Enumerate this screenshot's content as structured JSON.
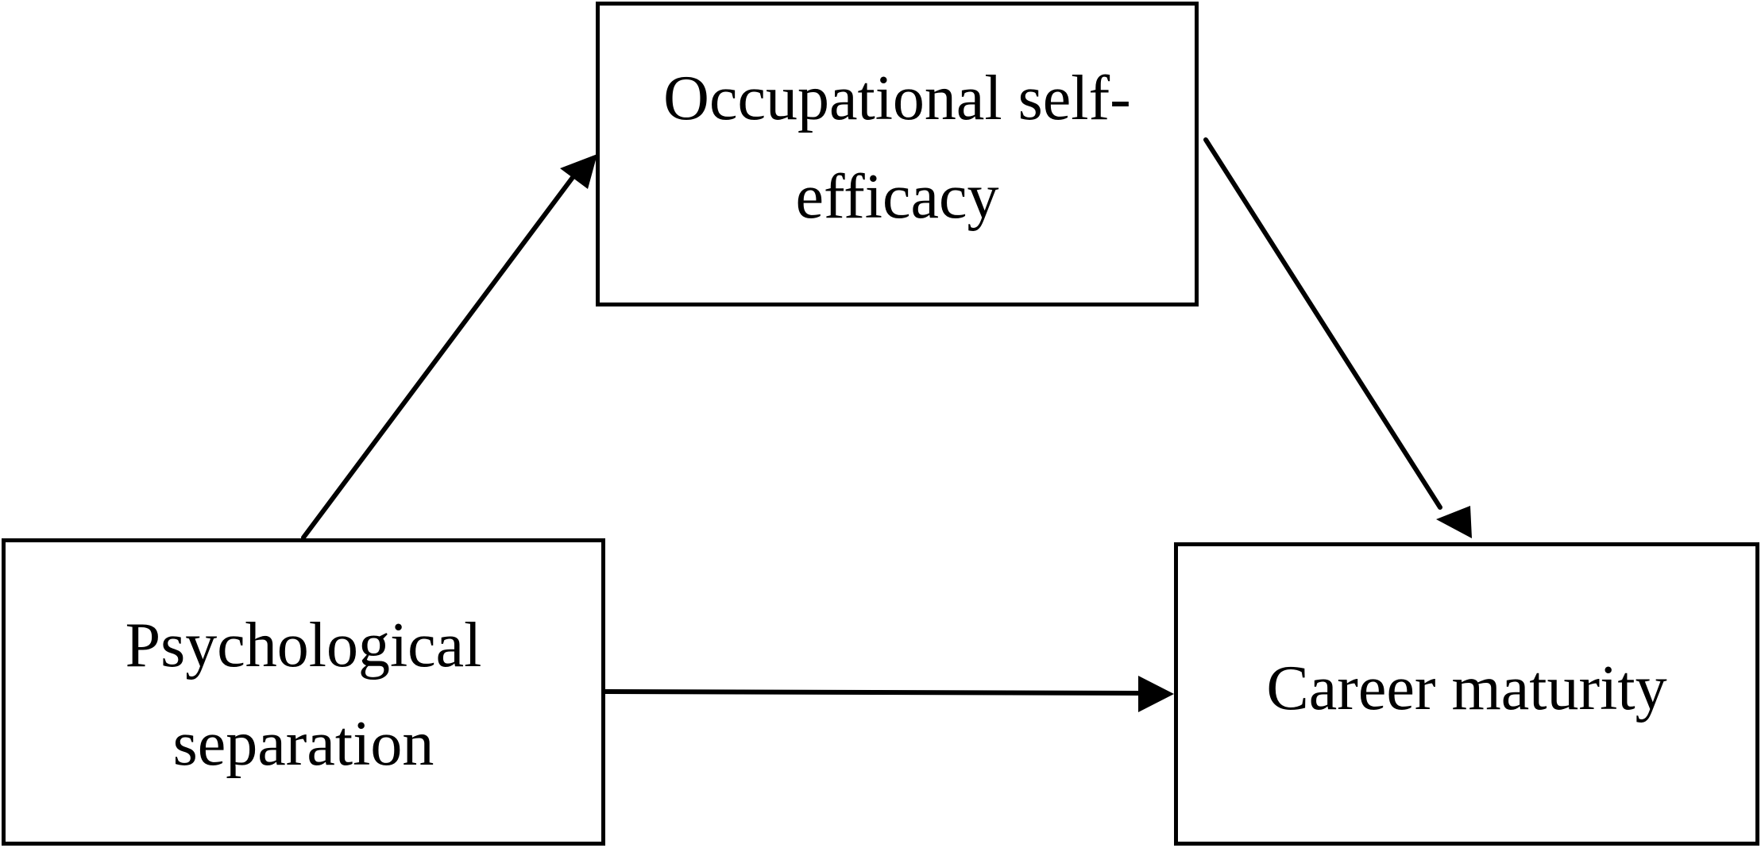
{
  "diagram": {
    "nodes": {
      "mediator": {
        "label": "Occupational self-\nefficacy"
      },
      "independent": {
        "label": "Psychological\nseparation"
      },
      "dependent": {
        "label": "Career maturity"
      }
    },
    "edges": [
      {
        "from": "Psychological separation",
        "to": "Occupational self-efficacy"
      },
      {
        "from": "Occupational self-efficacy",
        "to": "Career maturity"
      },
      {
        "from": "Psychological separation",
        "to": "Career maturity"
      }
    ],
    "colors": {
      "stroke": "#000000",
      "background": "#ffffff"
    }
  }
}
